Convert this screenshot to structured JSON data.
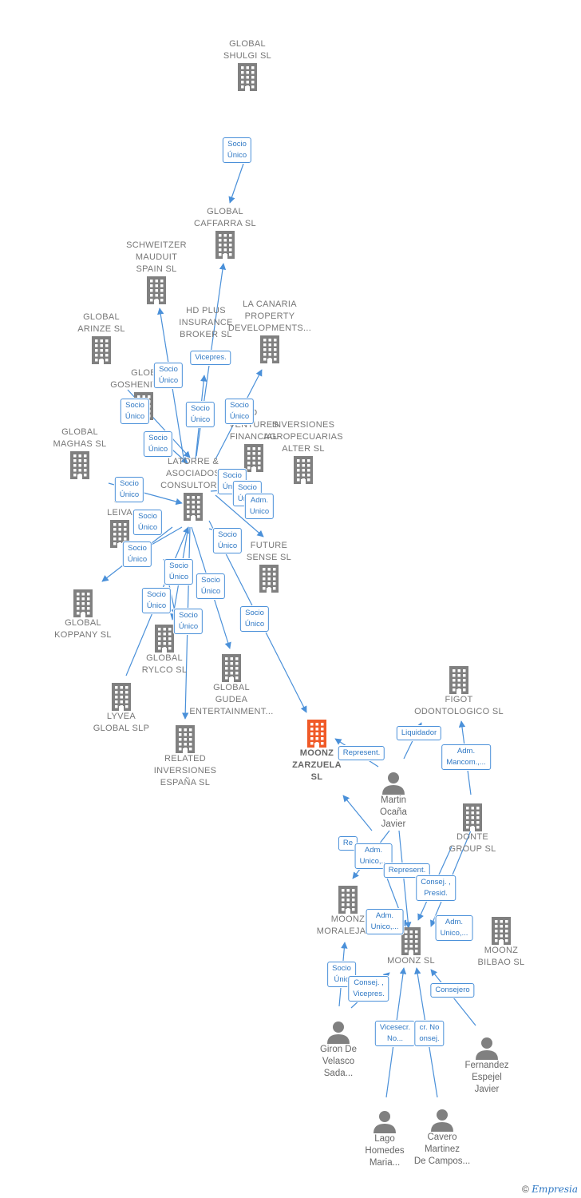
{
  "colors": {
    "edge": "#4a90d9",
    "company": "#808080",
    "focus": "#f05a28",
    "person": "#808080"
  },
  "nodes": [
    {
      "id": "shulgi",
      "type": "company",
      "label": "GLOBAL\nSHULGI  SL"
    },
    {
      "id": "caffarra",
      "type": "company",
      "label": "GLOBAL\nCAFFARRA  SL"
    },
    {
      "id": "schweitzer",
      "type": "company",
      "label": "SCHWEITZER\nMAUDUIT\nSPAIN SL"
    },
    {
      "id": "hdplus",
      "type": "company",
      "label": "HD PLUS\nINSURANCE\nBROKER  SL"
    },
    {
      "id": "lacanaria",
      "type": "company",
      "label": "LA CANARIA\nPROPERTY\nDEVELOPMENTS..."
    },
    {
      "id": "arinze",
      "type": "company",
      "label": "GLOBAL\nARINZE  SL"
    },
    {
      "id": "goshenita",
      "type": "company",
      "label": "GLOB\nGOSHENITA SL"
    },
    {
      "id": "maghas",
      "type": "company",
      "label": "GLOBAL\nMAGHAS  SL"
    },
    {
      "id": "ventures",
      "type": "company",
      "label": "O\nVENTURES\nFINANCIAL"
    },
    {
      "id": "inversiones",
      "type": "company",
      "label": "INVERSIONES\nAGROPECUARIAS\nALTER  SL"
    },
    {
      "id": "latorre",
      "type": "company",
      "label": "LATORRE &\nASOCIADOS\nCONSULTORIA"
    },
    {
      "id": "leiva",
      "type": "company",
      "label": "GL\nLEIVA"
    },
    {
      "id": "future",
      "type": "company",
      "label": "FUTURE\nSENSE  SL"
    },
    {
      "id": "koppany",
      "type": "company",
      "label": "GLOBAL\nKOPPANY  SL"
    },
    {
      "id": "rylco",
      "type": "company",
      "label": "GLOBAL\nRYLCO  SL"
    },
    {
      "id": "gudea",
      "type": "company",
      "label": "GLOBAL\nGUDEA\nENTERTAINMENT..."
    },
    {
      "id": "lyvea",
      "type": "company",
      "label": "LYVEA\nGLOBAL  SLP"
    },
    {
      "id": "related",
      "type": "company",
      "label": "RELATED\nINVERSIONES\nESPAÑA  SL"
    },
    {
      "id": "moonzzar",
      "type": "focus",
      "label": "MOONZ\nZARZUELA\nSL"
    },
    {
      "id": "figot",
      "type": "company",
      "label": "FIGOT\nODONTOLOGICO SL"
    },
    {
      "id": "martin",
      "type": "person",
      "label": "Martin\nOcaña\nJavier"
    },
    {
      "id": "donte",
      "type": "company",
      "label": "DONTE\nGROUP  SL"
    },
    {
      "id": "moraleja",
      "type": "company",
      "label": "MOONZ\nMORALEJA  SL"
    },
    {
      "id": "moonz",
      "type": "company",
      "label": "MOONZ SL"
    },
    {
      "id": "bilbao",
      "type": "company",
      "label": "MOONZ\nBILBAO  SL"
    },
    {
      "id": "giron",
      "type": "person",
      "label": "Giron De\nVelasco\nSada..."
    },
    {
      "id": "fernandez",
      "type": "person",
      "label": "Fernandez\nEspejel\nJavier"
    },
    {
      "id": "lago",
      "type": "person",
      "label": "Lago\nHomedes\nMaria..."
    },
    {
      "id": "cavero",
      "type": "person",
      "label": "Cavero\nMartinez\nDe Campos..."
    }
  ],
  "edge_labels": [
    "Socio\nÚnico",
    "Socio\nÚnico",
    "Vicepres.",
    "Socio\nÚnico",
    "Socio\nÚnico",
    "Socio\nÚnico",
    "Socio\nÚnico",
    "Socio\nÚnico",
    "Socio\nÚnico",
    "Socio\nÚnico",
    "Adm.\nUnico",
    "Socio\nÚnico",
    "Socio\nÚnico",
    "Socio\nÚnico",
    "Socio\nÚnico",
    "Socio\nÚnico",
    "Socio\nÚnico",
    "Socio\nÚnico",
    "Socio\nÚnico",
    "Socio\nÚnico",
    "Liquidador",
    "Represent.",
    "Adm.\nMancom.,...",
    "Re",
    "Adm.\nUnico,...",
    "Represent.",
    "Consej. ,\nPresid.",
    "Adm.\nUnico,...",
    "Adm.\nUnico,...",
    "Socio\nÚnic",
    "Consej. ,\nVicepres.",
    "Consejero",
    "Vicesecr.\nNo...",
    "cr.  No\nonsej."
  ],
  "footer": {
    "copyright": "©",
    "brand": "Empresia"
  }
}
